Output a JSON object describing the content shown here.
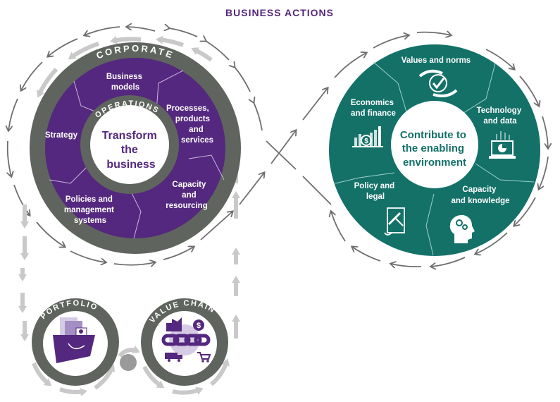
{
  "title": "BUSINESS ACTIONS",
  "colors": {
    "purple": "#54287e",
    "purple_light": "#a58ec4",
    "purple_pale": "#d6cbe5",
    "teal": "#137168",
    "ring_gray": "#5f655e",
    "arrow_gray": "#6e6e6e",
    "arrow_light": "#c9c9c9",
    "white": "#ffffff"
  },
  "left_circle": {
    "outer_ring_label": "CORPORATE",
    "inner_ring_label": "OPERATIONS",
    "center_lines": [
      "Transform",
      "the",
      "business"
    ],
    "segments": [
      {
        "id": "business-models",
        "lines": [
          "Business",
          "models"
        ]
      },
      {
        "id": "processes-products-services",
        "lines": [
          "Processes,",
          "products",
          "and",
          "services"
        ]
      },
      {
        "id": "capacity-resourcing",
        "lines": [
          "Capacity",
          "and",
          "resourcing"
        ]
      },
      {
        "id": "policies-management-systems",
        "lines": [
          "Policies and",
          "management",
          "systems"
        ]
      },
      {
        "id": "strategy",
        "lines": [
          "Strategy"
        ]
      }
    ]
  },
  "right_circle": {
    "center_lines": [
      "Contribute to",
      "the enabling",
      "environment"
    ],
    "segments": [
      {
        "id": "values-norms",
        "lines": [
          "Values and norms"
        ],
        "icon": "hands-globe-check-icon"
      },
      {
        "id": "technology-data",
        "lines": [
          "Technology",
          "and data"
        ],
        "icon": "laptop-chart-icon"
      },
      {
        "id": "capacity-knowledge",
        "lines": [
          "Capacity",
          "and knowledge"
        ],
        "icon": "head-gears-icon"
      },
      {
        "id": "policy-legal",
        "lines": [
          "Policy and",
          "legal"
        ],
        "icon": "scroll-gavel-icon"
      },
      {
        "id": "economics-finance",
        "lines": [
          "Economics",
          "and finance"
        ],
        "icon": "bar-chart-dollar-icon"
      }
    ]
  },
  "bottom_circles": [
    {
      "id": "portfolio",
      "label": "PORTFOLIO",
      "icon": "folder-documents-icon"
    },
    {
      "id": "value-chain",
      "label": "VALUE CHAIN",
      "icon": "chain-factory-truck-cart-icon"
    }
  ]
}
